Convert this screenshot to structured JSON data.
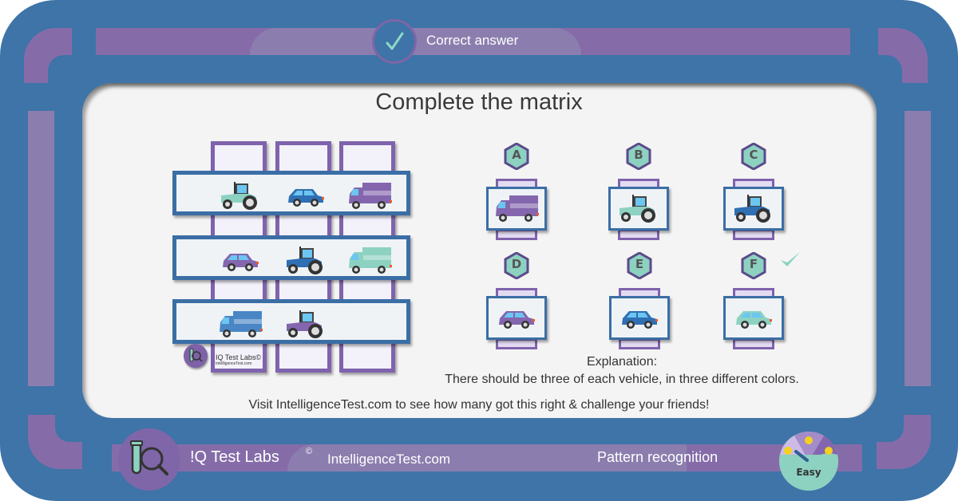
{
  "header": {
    "status_text": "Correct answer",
    "status_icon": "checkmark-icon"
  },
  "puzzle": {
    "title": "Complete the matrix",
    "matrix": [
      [
        {
          "vehicle": "tractor",
          "color": "#8dd1c1"
        },
        {
          "vehicle": "car",
          "color": "#2f6fb3"
        },
        {
          "vehicle": "truck",
          "color": "#8466ae"
        }
      ],
      [
        {
          "vehicle": "car",
          "color": "#8466ae"
        },
        {
          "vehicle": "tractor",
          "color": "#2f6fb3"
        },
        {
          "vehicle": "truck",
          "color": "#8dd1c1"
        }
      ],
      [
        {
          "vehicle": "truck",
          "color": "#4a86c5"
        },
        {
          "vehicle": "tractor",
          "color": "#8466ae"
        },
        {
          "vehicle": "empty",
          "color": ""
        }
      ]
    ],
    "mini_brand": "IQ Test Labs©",
    "mini_site": "IntelligenceTest.com"
  },
  "options": [
    {
      "label": "A",
      "vehicle": "truck",
      "color": "#8466ae",
      "correct": false
    },
    {
      "label": "B",
      "vehicle": "tractor",
      "color": "#8dd1c1",
      "correct": false
    },
    {
      "label": "C",
      "vehicle": "tractor",
      "color": "#2f6fb3",
      "correct": false
    },
    {
      "label": "D",
      "vehicle": "car",
      "color": "#8466ae",
      "correct": false
    },
    {
      "label": "E",
      "vehicle": "car",
      "color": "#2f6fb3",
      "correct": false
    },
    {
      "label": "F",
      "vehicle": "car",
      "color": "#8dd1c1",
      "correct": true
    }
  ],
  "explanation": {
    "heading": "Explanation:",
    "text": "There should be three of each vehicle, in three different colors."
  },
  "cta": "Visit IntelligenceTest.com to see how many got this right & challenge your friends!",
  "footer": {
    "brand": "!Q Test Labs",
    "copyright": "©",
    "site": "IntelligenceTest.com",
    "category": "Pattern recognition",
    "difficulty": "Easy"
  },
  "colors": {
    "frame": "#3e74a8",
    "accent_purple": "#856ca9",
    "accent_teal": "#8dd1c1"
  }
}
